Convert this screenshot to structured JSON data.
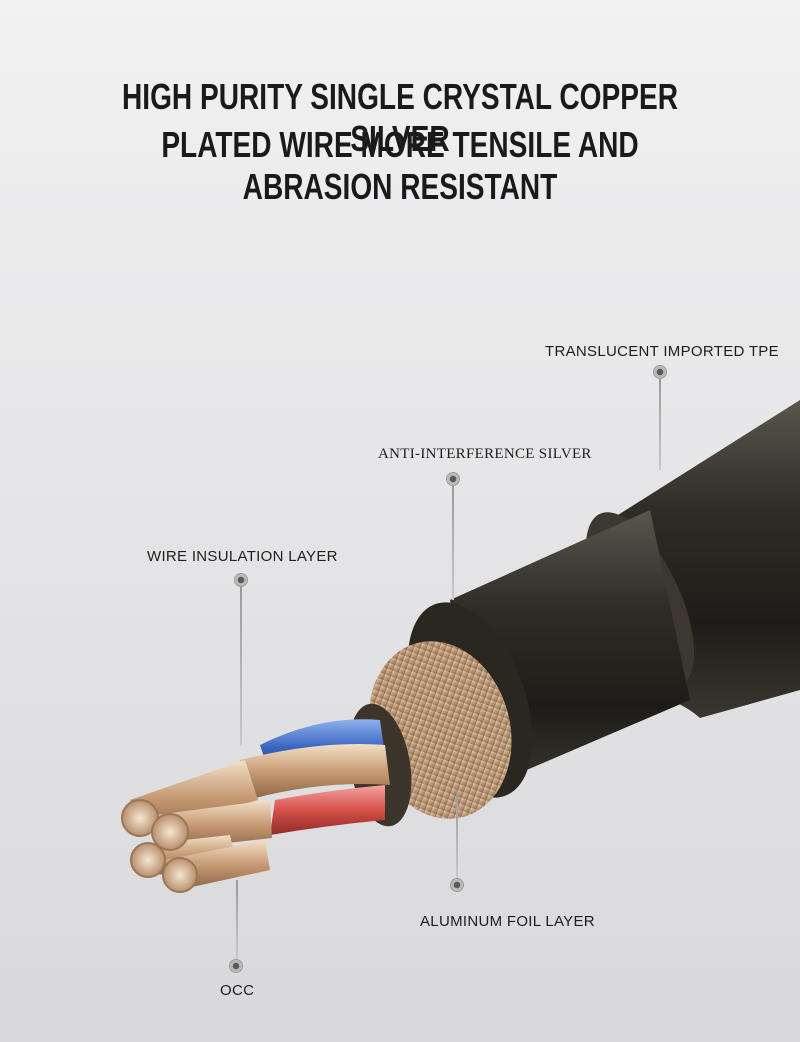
{
  "headline": {
    "line1": "HIGH PURITY SINGLE CRYSTAL COPPER SILVER",
    "line2": "PLATED WIRE MORE TENSILE AND ABRASION RESISTANT"
  },
  "labels": {
    "tpe": "TRANSLUCENT IMPORTED TPE",
    "silver": "ANTI-INTERFERENCE SILVER",
    "insulation": "WIRE INSULATION LAYER",
    "foil": "ALUMINUM FOIL LAYER",
    "occ": "OCC"
  },
  "colors": {
    "jacket": "#2e2b24",
    "braid": "#c9a98a",
    "blue_wire": "#3e6fc4",
    "red_wire": "#d9534f",
    "copper": "#c79a78"
  }
}
